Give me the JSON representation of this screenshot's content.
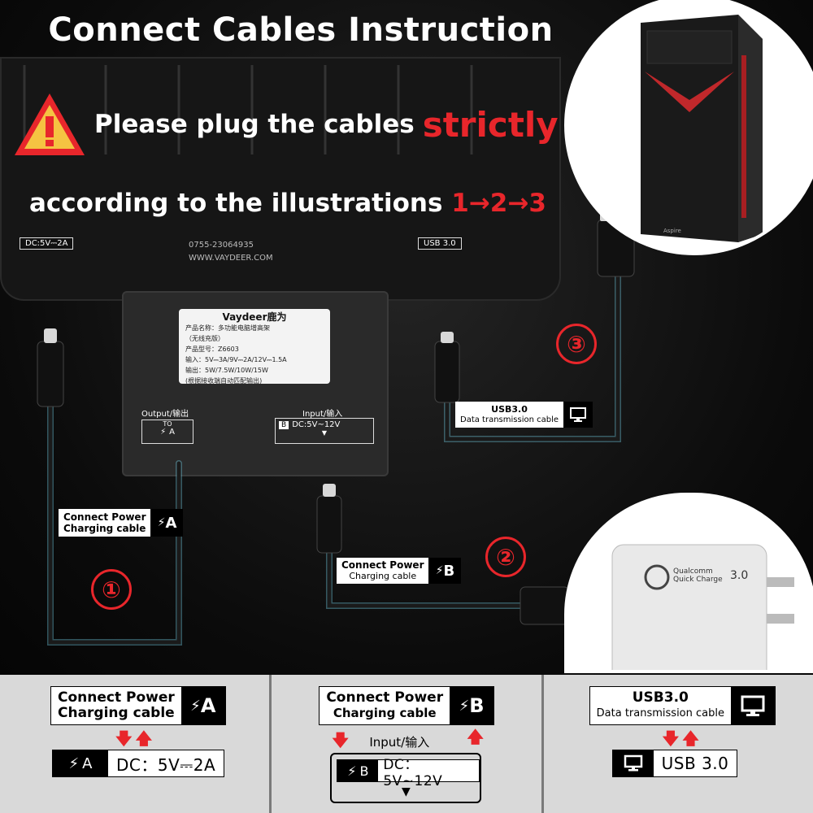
{
  "title": "Connect Cables Instruction",
  "warning": {
    "icon": "warning-triangle-icon",
    "text": "Please plug the cables",
    "emphasis": "strictly",
    "line2": "according to the illustrations",
    "sequence": "1→2→3"
  },
  "stand_labels": {
    "left_port": "DC:5V⎓2A",
    "right_port": "USB 3.0",
    "website": "WWW.VAYDEER.COM",
    "phone": "0755-23064935"
  },
  "hub": {
    "brand": "Vaydeer鹿为",
    "sticker_lines": [
      "产品名称：多功能电脑增高架",
      "（无线充版）",
      "产品型号：Z6603",
      "输入：5V⎓3A/9V⎓2A/12V⎓1.5A",
      "输出：5W/7.5W/10W/15W",
      "(根据接收端自动匹配输出)"
    ],
    "output_label": "Output/输出",
    "output_to": "TO",
    "output_port": "A",
    "input_label": "Input/输入",
    "input_port": "B",
    "input_spec": "DC:5V~12V",
    "input_arrow": "▼"
  },
  "steps": [
    {
      "number": "①",
      "line1": "Connect Power",
      "line2": "Charging cable",
      "port": "A"
    },
    {
      "number": "②",
      "line1": "Connect Power",
      "line2": "Charging cable",
      "port": "B"
    },
    {
      "number": "③",
      "line1": "USB3.0",
      "line2": "Data transmission cable",
      "port": "monitor-icon"
    }
  ],
  "charger": {
    "brand": "Qualcomm",
    "sub": "Quick Charge",
    "version": "3.0"
  },
  "pc": {
    "brand": "Aspire"
  },
  "bottom_panels": [
    {
      "line1": "Connect Power",
      "line2": "Charging cable",
      "port_letter": "A",
      "port_text": "DC：5V⎓2A"
    },
    {
      "line1": "Connect Power",
      "line2": "Charging cable",
      "port_letter": "B",
      "sub_label": "Input/输入",
      "port_text": "DC：5V~12V",
      "down_arrow": "▼"
    },
    {
      "line1": "USB3.0",
      "line2": "Data transmission cable",
      "port_text": "USB 3.0"
    }
  ],
  "colors": {
    "accent_red": "#e8262b",
    "panel_grey": "#d9d9d9",
    "photo_bg": "#0b0b0b"
  }
}
